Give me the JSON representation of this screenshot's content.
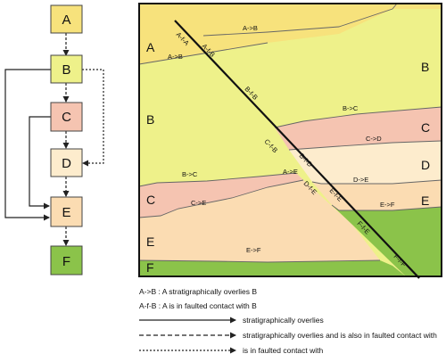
{
  "flowchart": {
    "nodes": [
      {
        "id": "A",
        "label": "A",
        "fill": "#f7e27c"
      },
      {
        "id": "B",
        "label": "B",
        "fill": "#eef18a"
      },
      {
        "id": "C",
        "label": "C",
        "fill": "#f5c4b1"
      },
      {
        "id": "D",
        "label": "D",
        "fill": "#fdeccd"
      },
      {
        "id": "E",
        "label": "E",
        "fill": "#fbdcb2"
      },
      {
        "id": "F",
        "label": "F",
        "fill": "#8bc34a"
      }
    ]
  },
  "section": {
    "unit_labels_left": [
      "A",
      "B",
      "C",
      "E",
      "F"
    ],
    "unit_labels_right": [
      "B",
      "C",
      "D",
      "E"
    ],
    "contacts": {
      "a_b_top": "A->B",
      "a_b_left": "A->B",
      "b_c_right": "B->C",
      "c_d": "C->D",
      "b_c_left": "B->C",
      "a_e": "A->E",
      "d_e": "D->E",
      "c_e": "C->E",
      "e_f_right": "E->F",
      "e_f_left": "E->F"
    },
    "fault_labels": {
      "a_f_a": "A-f-A",
      "a_f_b": "A-f-B",
      "b_f_b": "B-f-B",
      "c_f_b": "C-f-B",
      "b_f_d": "B-f-D",
      "d_f_e": "D-f-E",
      "e_f_e": "E-f-E",
      "f_f_e": "F-f-E",
      "f_f_f": "F-f-F"
    },
    "colors": {
      "A": "#f7e27c",
      "B": "#eef18a",
      "C": "#f5c4b1",
      "D": "#fdeccd",
      "E": "#fbdcb2",
      "F": "#8bc34a"
    }
  },
  "legend": {
    "def1": "A->B : A stratigraphically overlies B",
    "def2": "A-f-B : A is in faulted contact with B",
    "line1": "stratigraphically overlies",
    "line2": "stratigraphically overlies and is also in faulted contact with",
    "line3": "is in faulted contact with"
  }
}
